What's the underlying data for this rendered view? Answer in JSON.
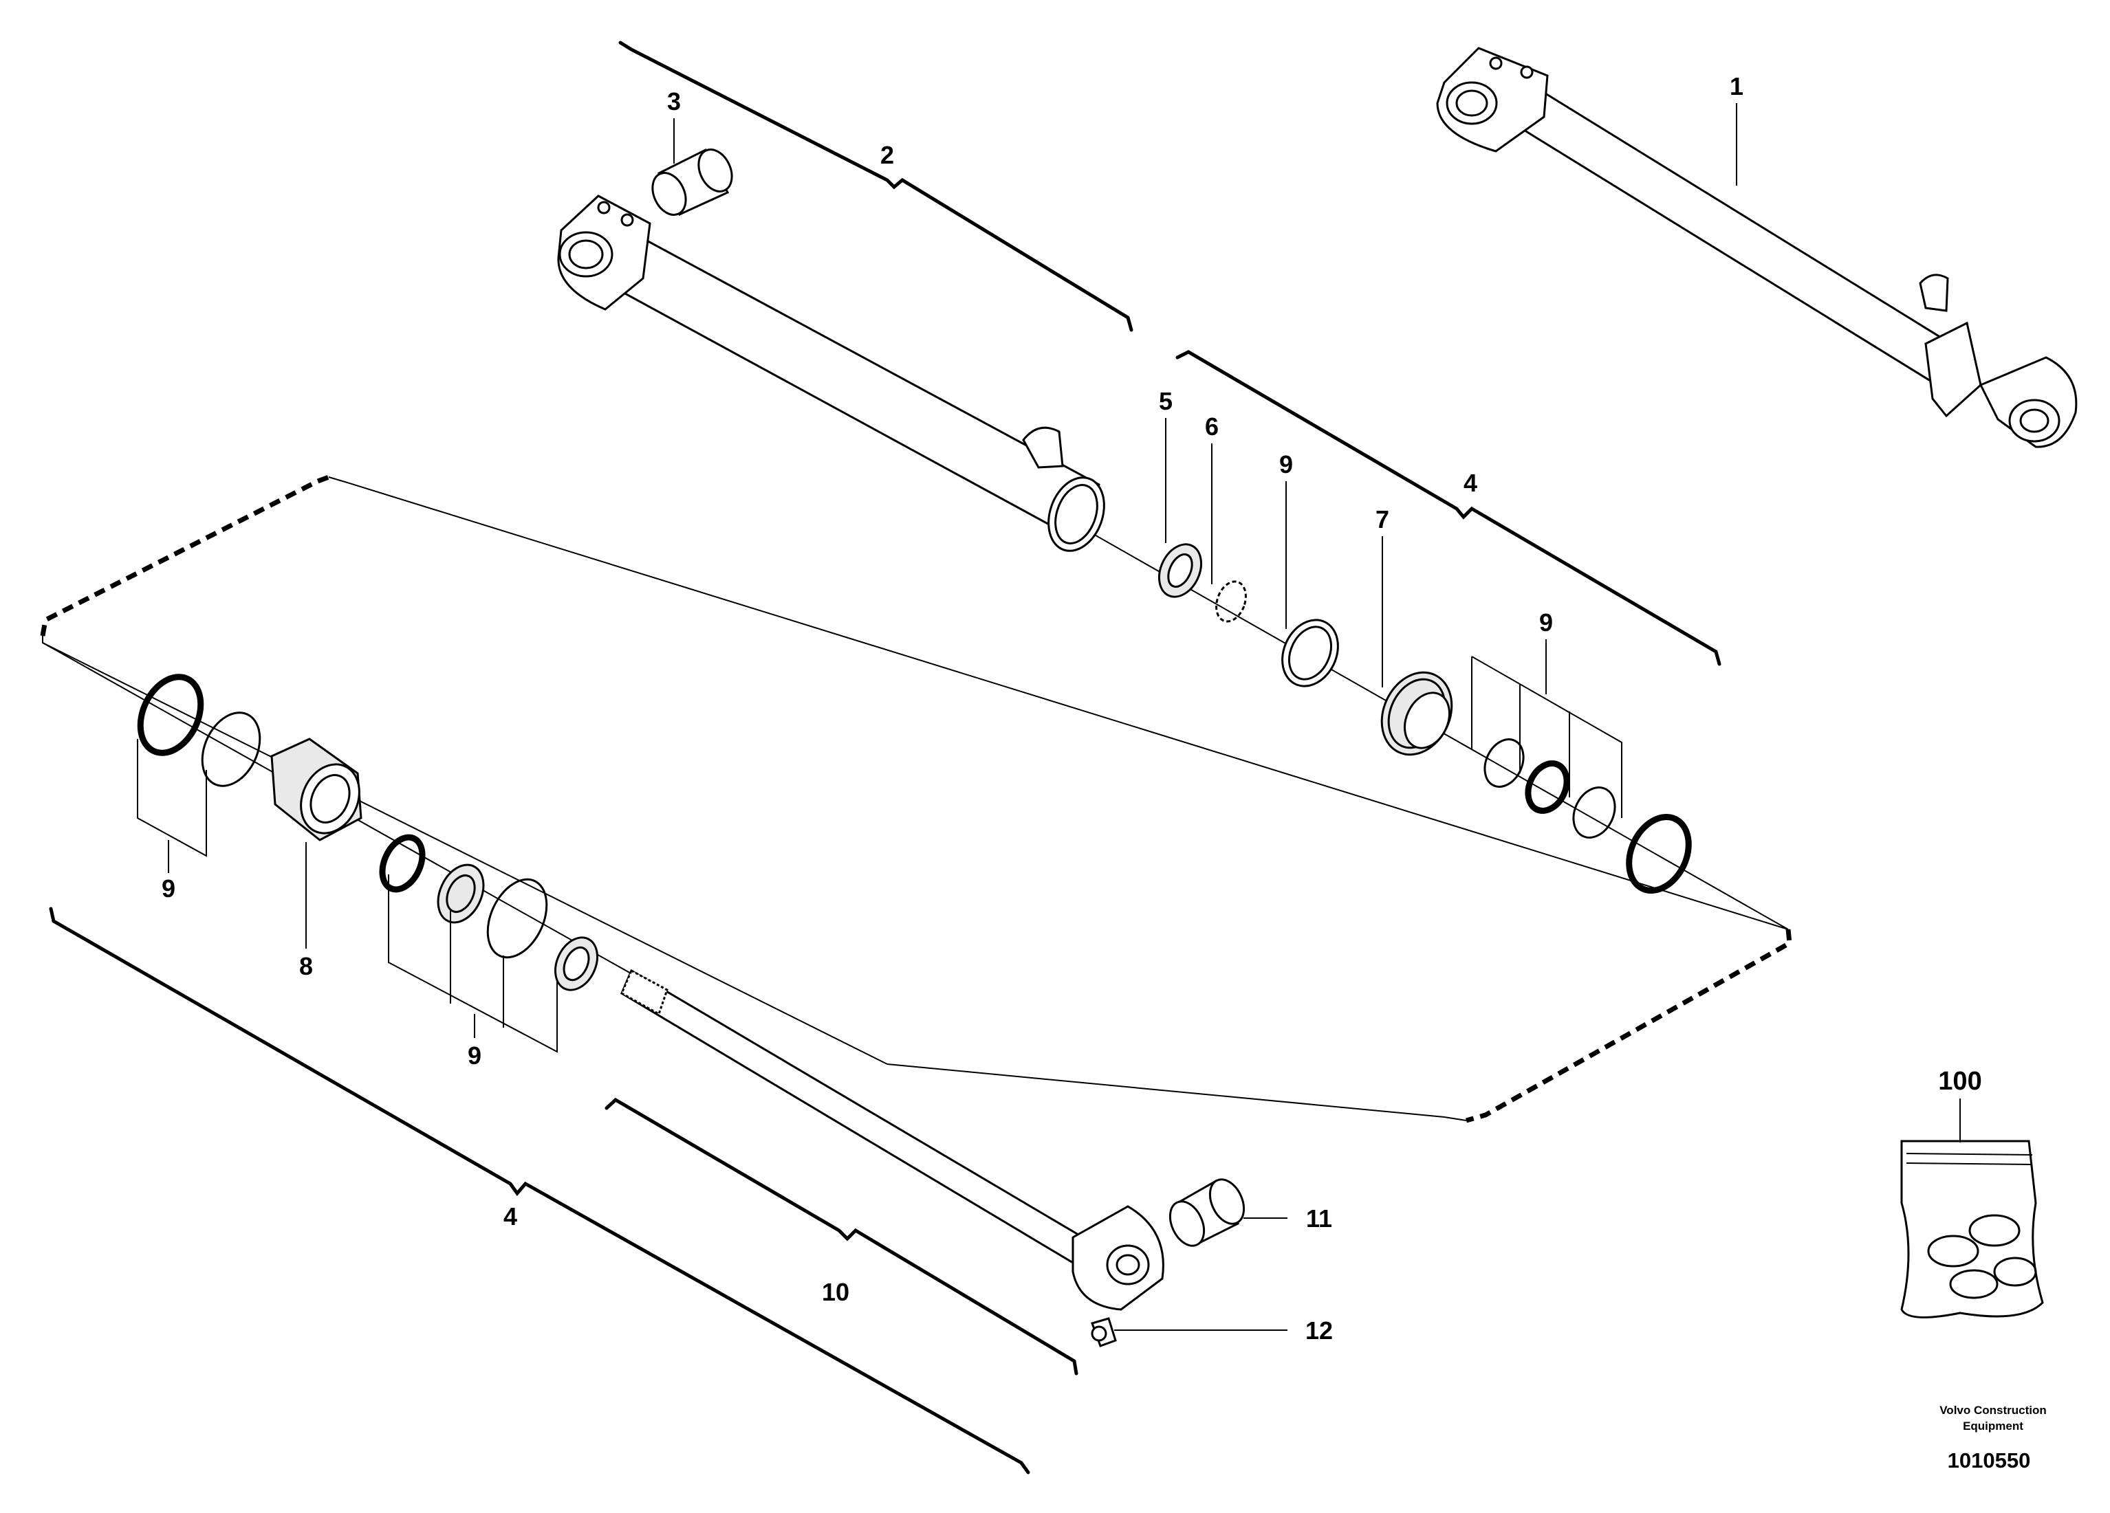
{
  "diagram": {
    "callouts": {
      "c1": "1",
      "c2": "2",
      "c3": "3",
      "c4_upper": "4",
      "c4_lower": "4",
      "c5": "5",
      "c6": "6",
      "c7": "7",
      "c8": "8",
      "c9_upper_left": "9",
      "c9_upper_right": "9",
      "c9_left": "9",
      "c9_lower": "9",
      "c10": "10",
      "c11": "11",
      "c12": "12",
      "c100": "100"
    },
    "footer": {
      "brand_line1": "Volvo Construction",
      "brand_line2": "Equipment",
      "document_number": "1010550"
    }
  }
}
